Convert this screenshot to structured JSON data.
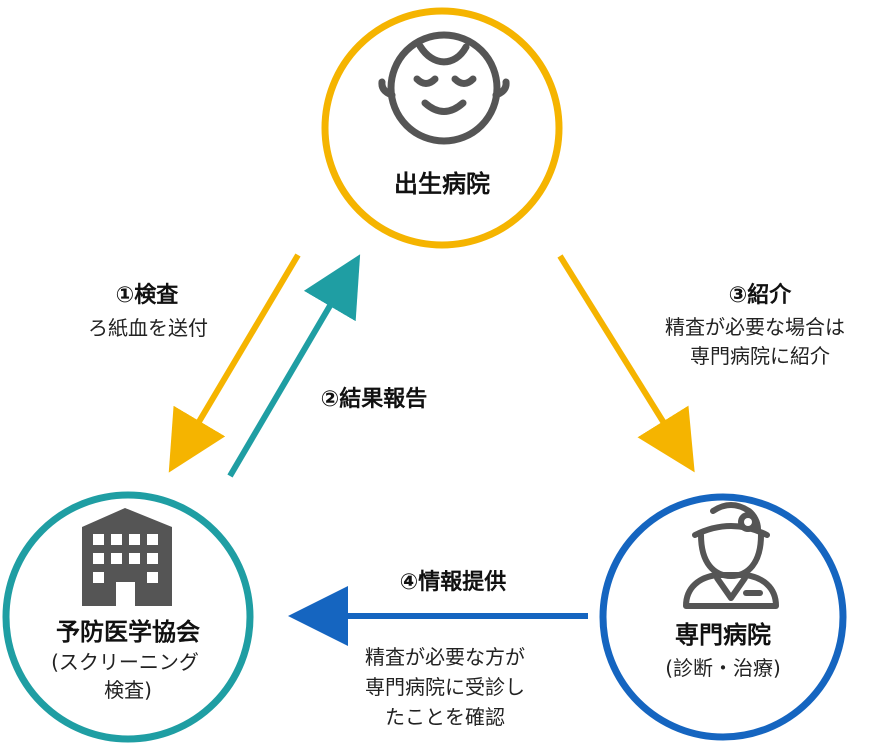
{
  "colors": {
    "orange": "#F5B400",
    "teal": "#1F9EA3",
    "blue": "#1565C0",
    "icon_gray": "#555555"
  },
  "nodes": {
    "birth_hospital": {
      "title": "出生病院",
      "icon": "baby-face-icon"
    },
    "prevention_assoc": {
      "title": "予防医学協会",
      "sub1": "(スクリーニング",
      "sub2": "検査)",
      "icon": "building-icon"
    },
    "specialist_hospital": {
      "title": "専門病院",
      "sub": "(診断・治療)",
      "icon": "doctor-icon"
    }
  },
  "steps": {
    "s1": {
      "title": "①検査",
      "desc": "ろ紙血を送付"
    },
    "s2": {
      "title": "②結果報告"
    },
    "s3": {
      "title": "③紹介",
      "desc1": "精査が必要な場合は",
      "desc2": "専門病院に紹介"
    },
    "s4": {
      "title": "④情報提供",
      "desc1": "精査が必要な方が",
      "desc2": "専門病院に受診し",
      "desc3": "たことを確認"
    }
  }
}
